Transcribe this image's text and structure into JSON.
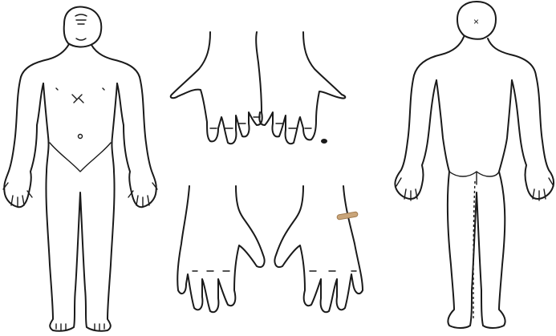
{
  "figure": {
    "background": "#ffffff",
    "line_color": "#1a1a1a",
    "views": [
      "body-front",
      "hands-top",
      "hands-bottom",
      "body-back"
    ]
  },
  "markings": {
    "head_mark_glyph": "×",
    "wound_color": "#c9a57a"
  }
}
